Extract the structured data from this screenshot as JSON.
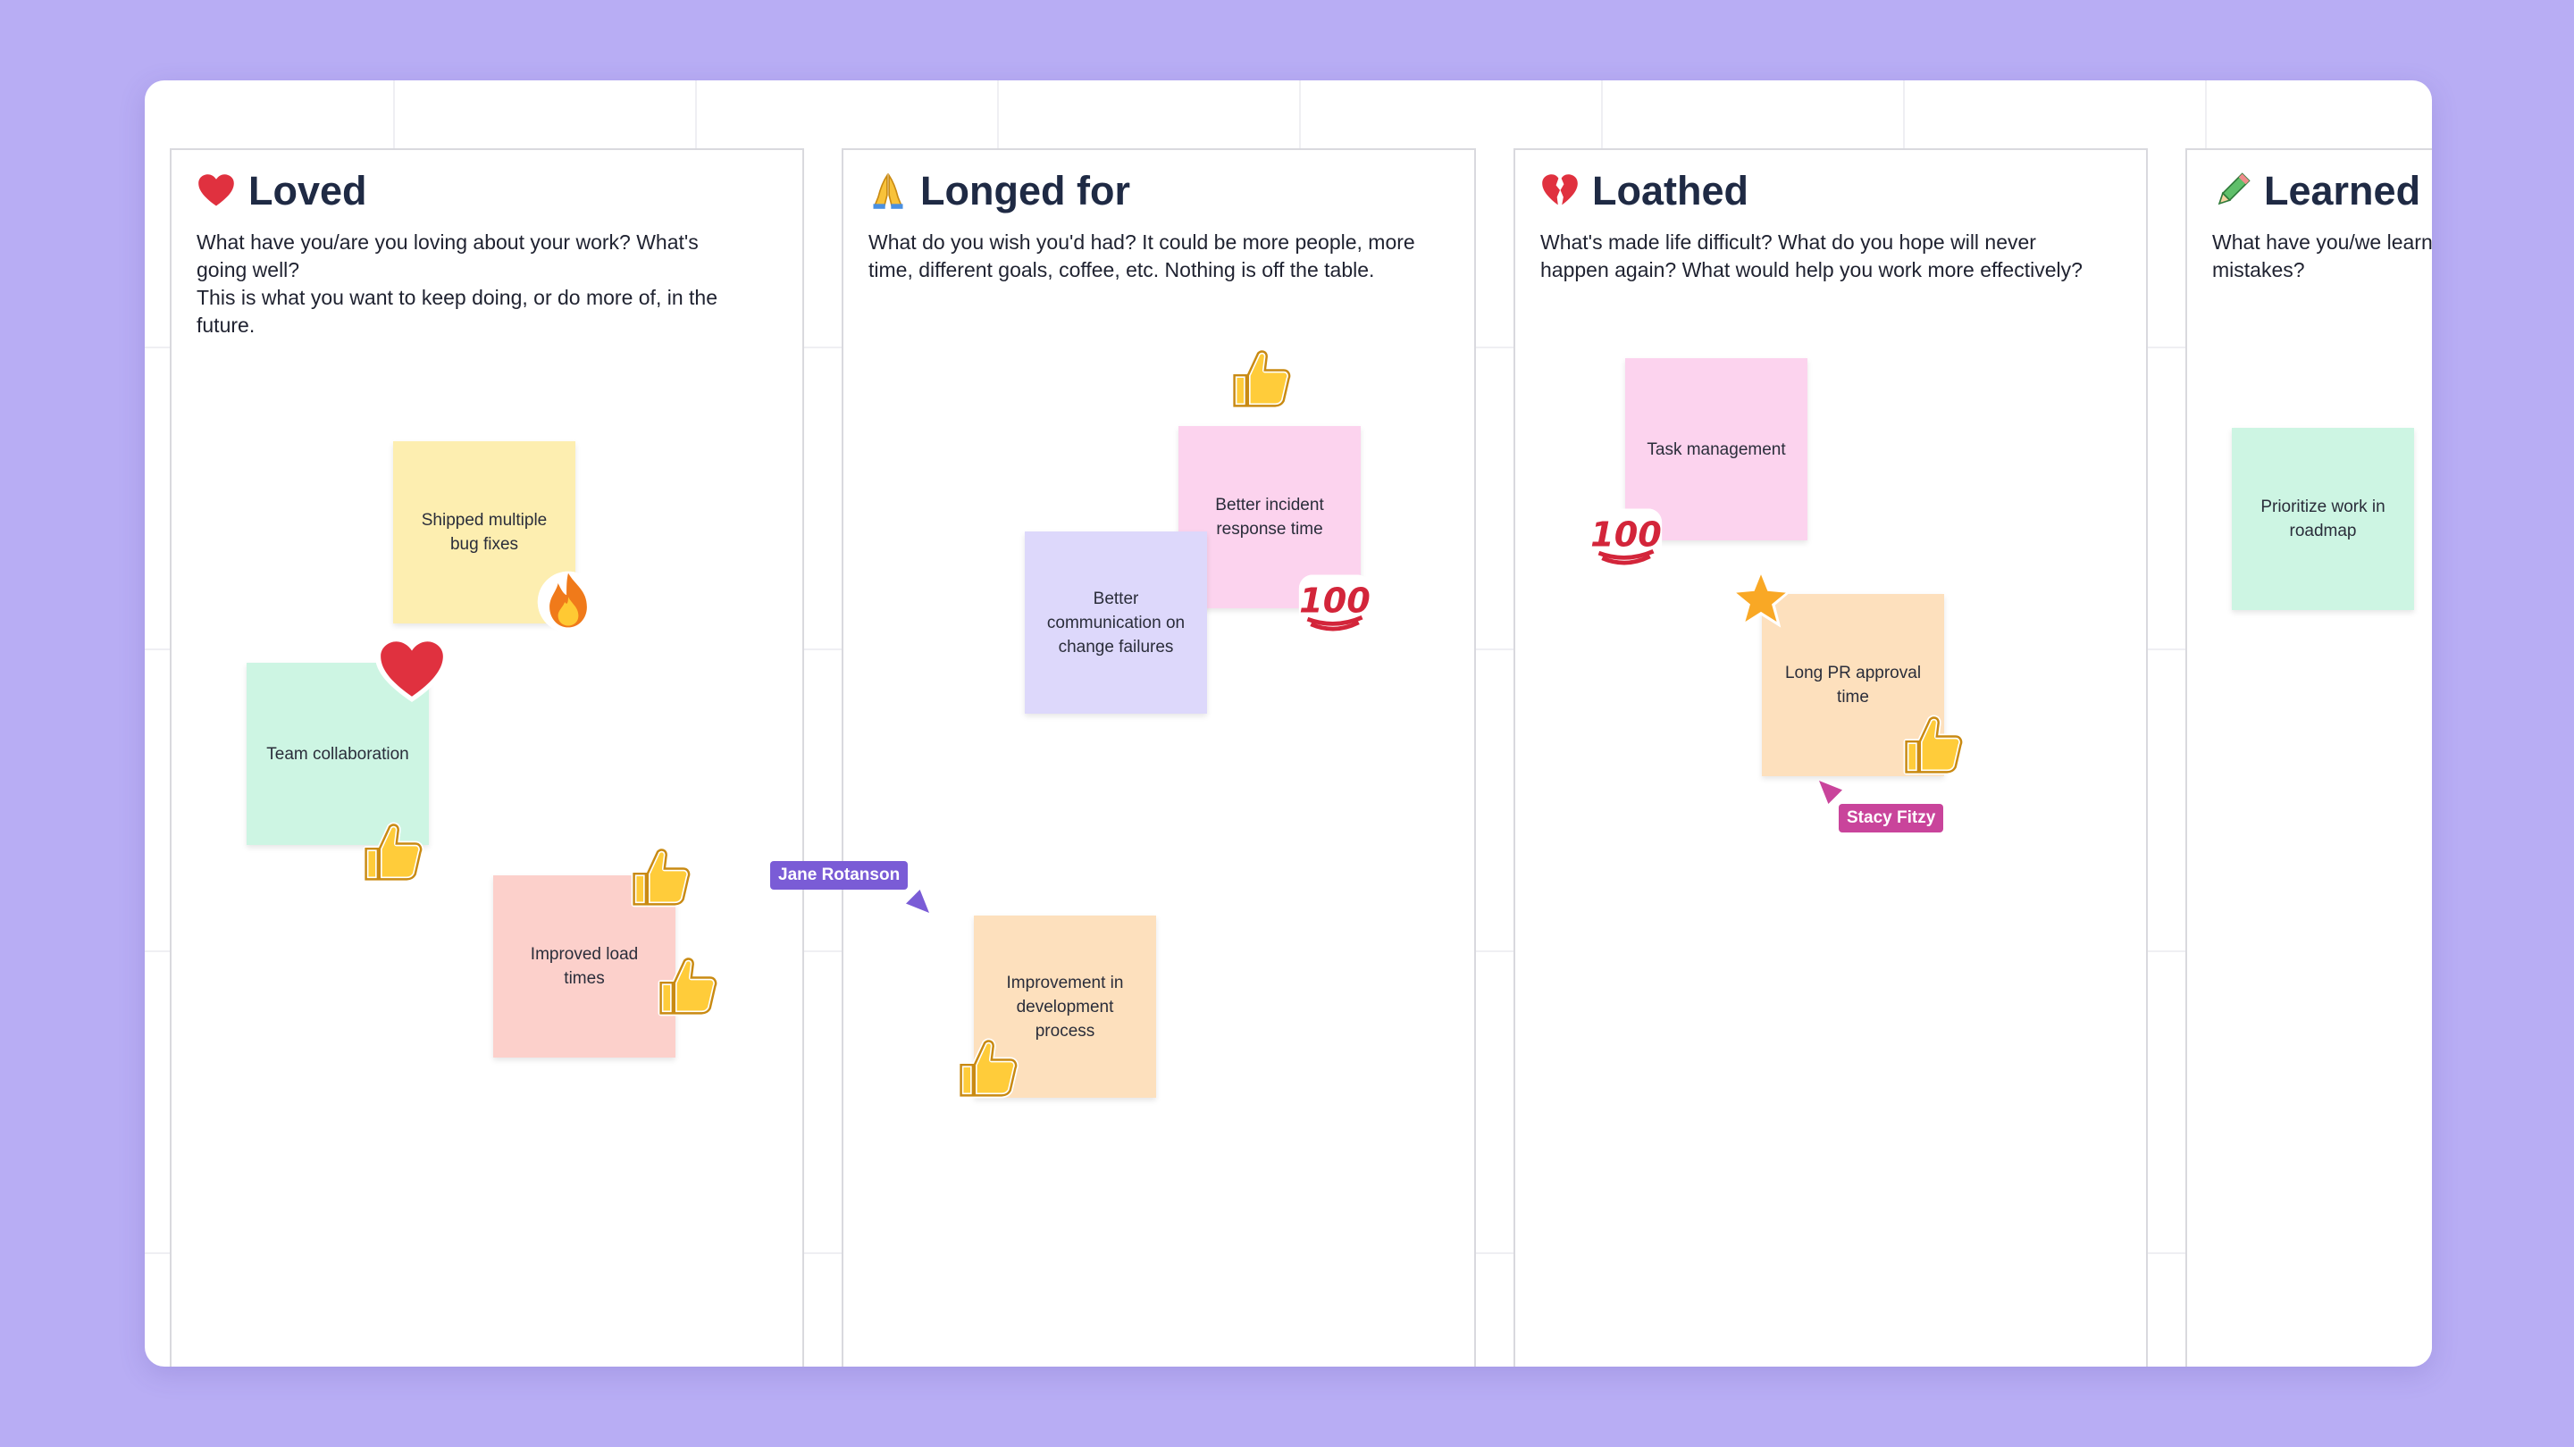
{
  "columns": [
    {
      "title": "Loved",
      "icon": "heart-icon",
      "desc": "What have you/are you loving about your work? What's going well?\nThis is what you want to keep doing, or do more of, in the future."
    },
    {
      "title": "Longed for",
      "icon": "praying-hands-icon",
      "desc": "What do you wish you'd had? It could be more people, more time, different goals, coffee, etc. Nothing is off the table."
    },
    {
      "title": "Loathed",
      "icon": "broken-heart-icon",
      "desc": "What's made life difficult? What do you hope will never happen again? What would help you work more effectively?"
    },
    {
      "title": "Learned",
      "icon": "pencil-icon",
      "desc": "What have you/we learned from mistakes?"
    }
  ],
  "notes": {
    "shipped": "Shipped multiple bug fixes",
    "team": "Team collaboration",
    "load": "Improved load times",
    "incident": "Better incident response time",
    "communication": "Better communication on change failures",
    "devprocess": "Improvement in development process",
    "task": "Task management",
    "pr": "Long PR approval time",
    "prioritize": "Prioritize work in roadmap"
  },
  "cursors": {
    "jane": {
      "name": "Jane Rotanson",
      "color": "#7a5cd6"
    },
    "stacy": {
      "name": "Stacy Fitzy",
      "color": "#c9449b"
    }
  },
  "colors": {
    "yellow": "#fdeeb0",
    "green": "#cdf5e3",
    "red": "#fcd0cb",
    "pink": "#fcd3ee",
    "purple": "#ddd8fb",
    "orange": "#fde0bd",
    "mint": "#cdf5e3",
    "background": "#b8adf4"
  }
}
